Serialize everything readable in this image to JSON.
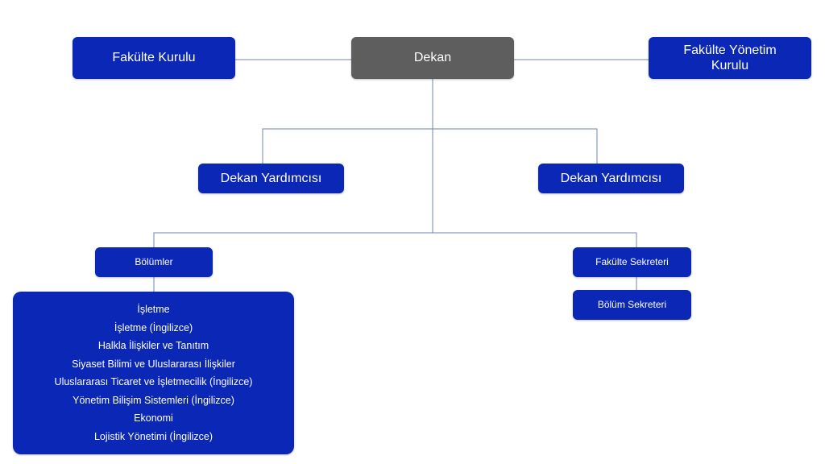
{
  "nodes": {
    "dean": "Dekan",
    "faculty_board": "Fakülte Kurulu",
    "faculty_executive_board": "Fakülte Yönetim Kurulu",
    "vice_dean_left": "Dekan Yardımcısı",
    "vice_dean_right": "Dekan Yardımcısı",
    "departments": "Bölümler",
    "faculty_secretary": "Fakülte Sekreteri",
    "department_secretary": "Bölüm Sekreteri"
  },
  "department_list": [
    "İşletme",
    "İşletme (İngilizce)",
    "Halkla İlişkiler ve Tanıtım",
    "Siyaset Bilimi ve Uluslararası İlişkiler",
    "Uluslararası Ticaret ve İşletmecilik (İngilizce)",
    "Yönetim Bilişim Sistemleri (İngilizce)",
    "Ekonomi",
    "Lojistik Yönetimi (İngilizce)"
  ],
  "colors": {
    "box": "#0b27b5",
    "dean_box": "#5e5e5e",
    "connector": "#6f86b3",
    "text": "#ffffff"
  }
}
